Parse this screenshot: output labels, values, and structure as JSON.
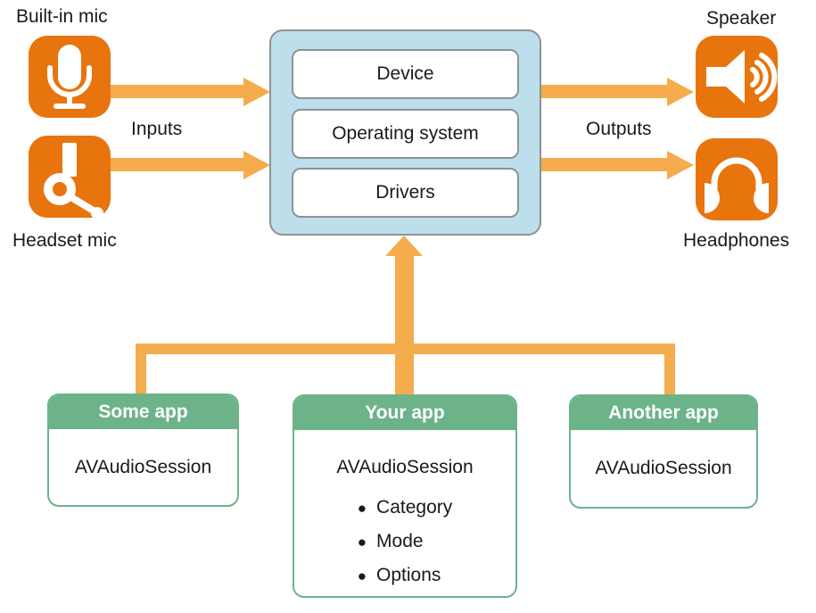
{
  "labels": {
    "built_in_mic": "Built-in mic",
    "headset_mic": "Headset mic",
    "speaker": "Speaker",
    "headphones": "Headphones",
    "inputs": "Inputs",
    "outputs": "Outputs"
  },
  "system_box": {
    "layers": [
      "Device",
      "Operating system",
      "Drivers"
    ]
  },
  "apps": [
    {
      "title": "Some app",
      "class_name": "AVAudioSession",
      "bullets": []
    },
    {
      "title": "Your app",
      "class_name": "AVAudioSession",
      "bullets": [
        "Category",
        "Mode",
        "Options"
      ]
    },
    {
      "title": "Another app",
      "class_name": "AVAudioSession",
      "bullets": []
    }
  ],
  "bullet_char": "●",
  "colors": {
    "icon_orange": "#E8740E",
    "arrow_orange": "#F5AC4D",
    "system_box_blue": "#BDDFEC",
    "system_box_border": "#8E9196",
    "app_green": "#6DB389",
    "text": "#1a1a1a"
  }
}
